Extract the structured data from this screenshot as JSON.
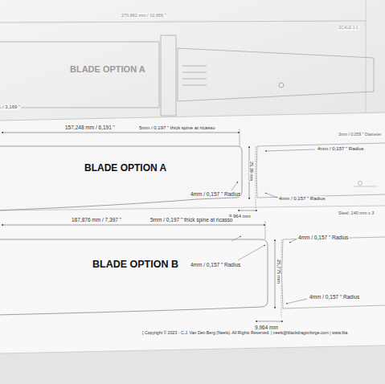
{
  "diagram": {
    "nodes": [
      {
        "text": [
          "BLADE OPTION A"
        ]
      },
      {
        "text": [
          "BLADE OPTION A"
        ]
      },
      {
        "text": [
          "BLADE OPTION B"
        ]
      }
    ],
    "labels": [
      "270,862 mm / 10,656 \"",
      "SCALE 1:1",
      "/ 3,169 \"",
      "157,248 mm / 6,191 \"",
      "5mm / 0,197 \" thick spine at ricasso",
      "4mm / 0,157 \" Radius",
      "3mm / 0,059 \" Diameter",
      "4mm / 0,157 \" Radius",
      "25,39 mm",
      "4mm / 0,157 \" Radius",
      "9,964 mm",
      "187,876 mm / 7,397 \"",
      "5mm / 0,197 \" thick spine at ricasso",
      "Steel: 140 mm x 3",
      "4mm / 0,157 \" Radius",
      "4mm / 0,157 \" Radius",
      "25,775 mm",
      "4mm / 0,157 \" Radius",
      "9,964 mm",
      "[ Copyright © 2023 - C.J. Van Den Berg (Neels). All Rights Reserved. | neels@blackdragonforge.com | www.bla"
    ]
  }
}
